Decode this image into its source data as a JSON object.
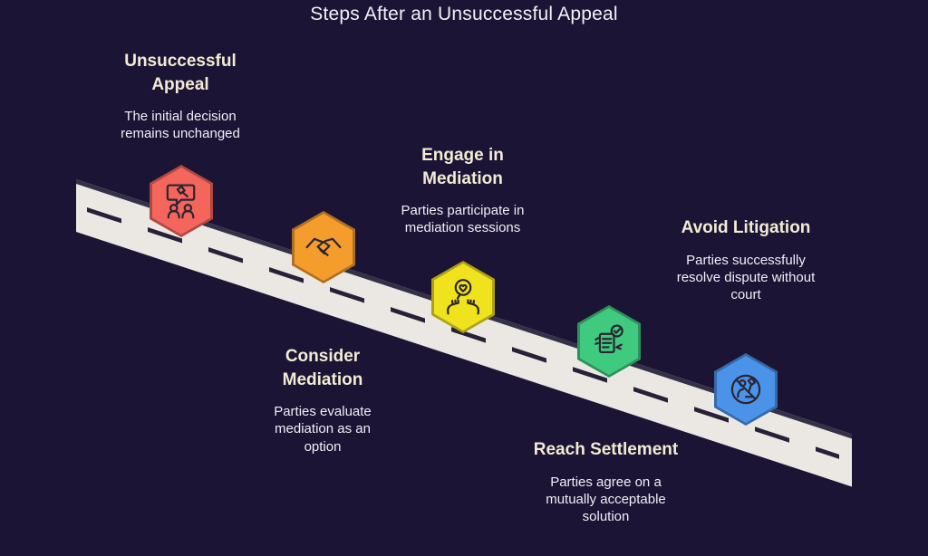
{
  "title": "Steps After an Unsuccessful Appeal",
  "colors": {
    "background": "#1b1434",
    "road": "#ebe8e3",
    "road_edge": "#343047",
    "road_dash": "#262138",
    "main_title_text": "#f2f0f7",
    "step_title_text": "#f3ebd3",
    "step_desc_text": "#f1eef7",
    "icon_stroke": "#2b2533"
  },
  "steps": [
    {
      "title": "Unsuccessful Appeal",
      "description": "The initial decision remains unchanged",
      "hex_color": "#f4655c",
      "icon": "people-gavel-icon"
    },
    {
      "title": "Consider Mediation",
      "description": "Parties evaluate mediation as an option",
      "hex_color": "#f59d2c",
      "icon": "handshake-icon"
    },
    {
      "title": "Engage in Mediation",
      "description": "Parties participate in mediation sessions",
      "hex_color": "#f0e21d",
      "icon": "hands-heart-icon"
    },
    {
      "title": "Reach Settlement",
      "description": "Parties agree on a mutually acceptable solution",
      "hex_color": "#3fca7f",
      "icon": "document-check-icon"
    },
    {
      "title": "Avoid Litigation",
      "description": "Parties successfully resolve dispute without court",
      "hex_color": "#4a93e8",
      "icon": "no-litigation-icon"
    }
  ]
}
